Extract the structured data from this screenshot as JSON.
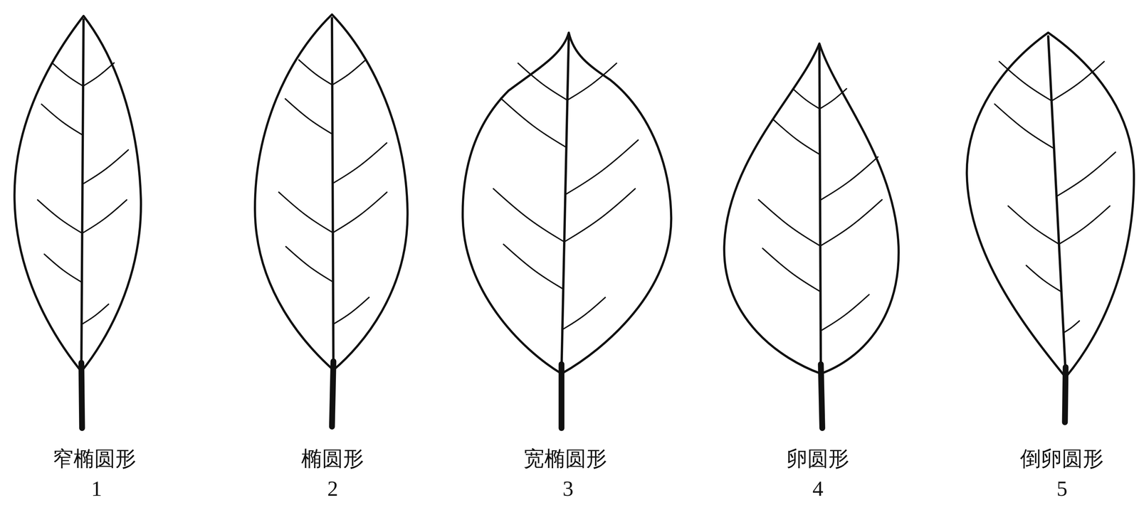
{
  "diagram": {
    "labels": [
      "窄椭圆形",
      "1",
      "椭圆形",
      "2",
      "宽椭圆形",
      "3",
      "卵圆形",
      "4",
      "倒卵圆形",
      "5"
    ]
  }
}
